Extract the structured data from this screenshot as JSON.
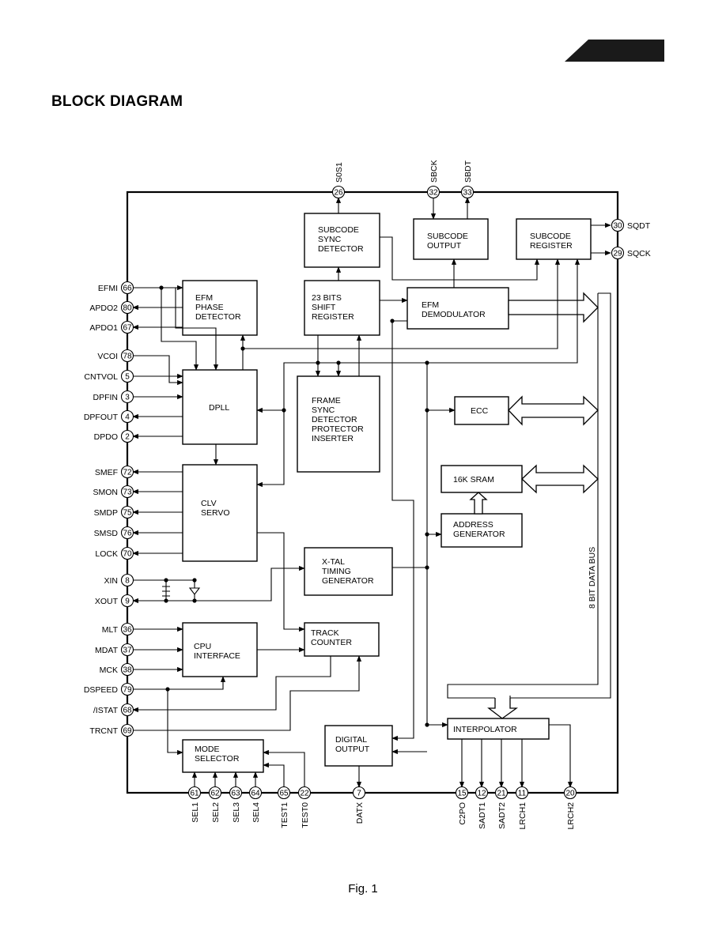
{
  "title": "BLOCK DIAGRAM",
  "caption": "Fig. 1",
  "blocks": {
    "efm_phase_detector": [
      "EFM",
      "PHASE",
      "DETECTOR"
    ],
    "dpll": [
      "DPLL"
    ],
    "clv_servo": [
      "CLV",
      "SERVO"
    ],
    "cpu_interface": [
      "CPU",
      "INTERFACE"
    ],
    "mode_selector": [
      "MODE",
      "SELECTOR"
    ],
    "subcode_sync_detector": [
      "SUBCODE",
      "SYNC",
      "DETECTOR"
    ],
    "shift_register": [
      "23  BITS",
      "SHIFT",
      "REGISTER"
    ],
    "frame_sync": [
      "FRAME",
      "SYNC",
      "DETECTOR",
      "PROTECTOR",
      "INSERTER"
    ],
    "xtal_timing": [
      "X-TAL",
      "TIMING",
      "GENERATOR"
    ],
    "track_counter": [
      "TRACK",
      "COUNTER"
    ],
    "digital_output": [
      "DIGITAL",
      "OUTPUT"
    ],
    "subcode_output": [
      "SUBCODE",
      "OUTPUT"
    ],
    "subcode_register": [
      "SUBCODE",
      "REGISTER"
    ],
    "efm_demodulator": [
      "EFM",
      "DEMODULATOR"
    ],
    "ecc": [
      "ECC"
    ],
    "sram": [
      "16K  SRAM"
    ],
    "address_generator": [
      "ADDRESS",
      "GENERATOR"
    ],
    "interpolator": [
      "INTERPOLATOR"
    ]
  },
  "bus_label": "8  BIT  DATA  BUS",
  "pins": {
    "left": [
      {
        "num": "66",
        "name": "EFMI"
      },
      {
        "num": "80",
        "name": "APDO2"
      },
      {
        "num": "67",
        "name": "APDO1"
      },
      {
        "num": "78",
        "name": "VCOI"
      },
      {
        "num": "5",
        "name": "CNTVOL"
      },
      {
        "num": "3",
        "name": "DPFIN"
      },
      {
        "num": "4",
        "name": "DPFOUT"
      },
      {
        "num": "2",
        "name": "DPDO"
      },
      {
        "num": "72",
        "name": "SMEF"
      },
      {
        "num": "73",
        "name": "SMON"
      },
      {
        "num": "75",
        "name": "SMDP"
      },
      {
        "num": "76",
        "name": "SMSD"
      },
      {
        "num": "70",
        "name": "LOCK"
      },
      {
        "num": "8",
        "name": "XIN"
      },
      {
        "num": "9",
        "name": "XOUT"
      },
      {
        "num": "36",
        "name": "MLT"
      },
      {
        "num": "37",
        "name": "MDAT"
      },
      {
        "num": "38",
        "name": "MCK"
      },
      {
        "num": "79",
        "name": "DSPEED"
      },
      {
        "num": "68",
        "name": "/ISTAT"
      },
      {
        "num": "69",
        "name": "TRCNT"
      }
    ],
    "top": [
      {
        "num": "26",
        "name": "S0S1"
      },
      {
        "num": "32",
        "name": "SBCK"
      },
      {
        "num": "33",
        "name": "SBDT"
      }
    ],
    "right": [
      {
        "num": "30",
        "name": "SQDT"
      },
      {
        "num": "29",
        "name": "SQCK"
      }
    ],
    "bottom": [
      {
        "num": "61",
        "name": "SEL1"
      },
      {
        "num": "62",
        "name": "SEL2"
      },
      {
        "num": "63",
        "name": "SEL3"
      },
      {
        "num": "64",
        "name": "SEL4"
      },
      {
        "num": "65",
        "name": "TEST1"
      },
      {
        "num": "22",
        "name": "TEST0"
      },
      {
        "num": "7",
        "name": "DATX"
      },
      {
        "num": "15",
        "name": "C2PO"
      },
      {
        "num": "12",
        "name": "SADT1"
      },
      {
        "num": "21",
        "name": "SADT2"
      },
      {
        "num": "11",
        "name": "LRCH1"
      },
      {
        "num": "20",
        "name": "LRCH2"
      }
    ]
  }
}
